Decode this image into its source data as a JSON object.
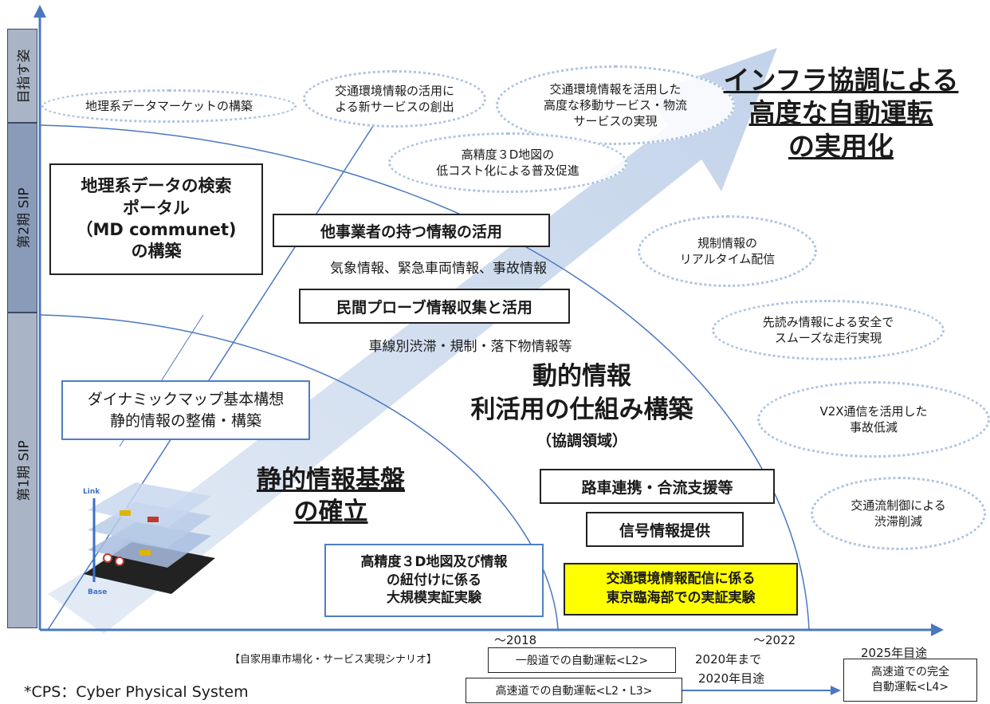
{
  "phases": [
    {
      "label": "目指す姿"
    },
    {
      "label": "第2期 SIP"
    },
    {
      "label": "第1期 SIP"
    }
  ],
  "goal_ovals": [
    {
      "text": "地理系データマーケットの構築"
    },
    {
      "text": "交通環境情報の活用に\nよる新サービスの創出"
    },
    {
      "text": "交通環境情報を活用した\n高度な移動サービス・物流\nサービスの実現"
    },
    {
      "text": "高精度３D地図の\n低コスト化による普及促進"
    },
    {
      "text": "規制情報の\nリアルタイム配信"
    },
    {
      "text": "先読み情報による安全で\nスムーズな走行実現"
    },
    {
      "text": "V2X通信を活用した\n事故低減"
    },
    {
      "text": "交通流制御による\n渋滞削減"
    }
  ],
  "headline": "インフラ協調による\n高度な自動運転\nの実用化",
  "md_box": "地理系データの検索\nポータル\n（MD communet)\nの構築",
  "bold_boxes": {
    "other_info": "他事業者の持つ情報の活用",
    "probe": "民間プローブ情報収集と活用",
    "road_vehicle": "路車連携・合流支援等",
    "signal": "信号情報提供",
    "tokyo": "交通環境情報配信に係る\n東京臨海部での実証実験",
    "large_scale": "高精度３D地図及び情報\nの紐付けに係る\n大規模実証実験"
  },
  "sub_texts": {
    "weather": "気象情報、緊急車両情報、事故情報",
    "lane": "車線別渋滞・規制・落下物情報等"
  },
  "dynamic_title": "動的情報\n利活用の仕組み構築",
  "dynamic_sub": "（協調領域）",
  "static_title": "静的情報基盤\nの確立",
  "dmap_box": "ダイナミックマップ基本構想\n静的情報の整備・構築",
  "illustration": {
    "link": "Link",
    "base": "Base"
  },
  "timeline": {
    "y2018": "～2018",
    "y2022": "～2022",
    "scenario": "【自家用車市場化・サービス実現シナリオ】",
    "l2_general": "一般道での自動運転<L2>",
    "l23_highway": "高速道での自動運転<L2・L3>",
    "by2020": "2020年まで",
    "target2020": "2020年目途",
    "target2025": "2025年目途",
    "l4": "高速道での完全\n自動運転<L4>"
  },
  "footnote": "*CPS：Cyber Physical System",
  "colors": {
    "axis": "#4a78c0",
    "arrow": "#c6d5ea",
    "highlight": "#ffff00",
    "phase": "#8a9bb9"
  }
}
